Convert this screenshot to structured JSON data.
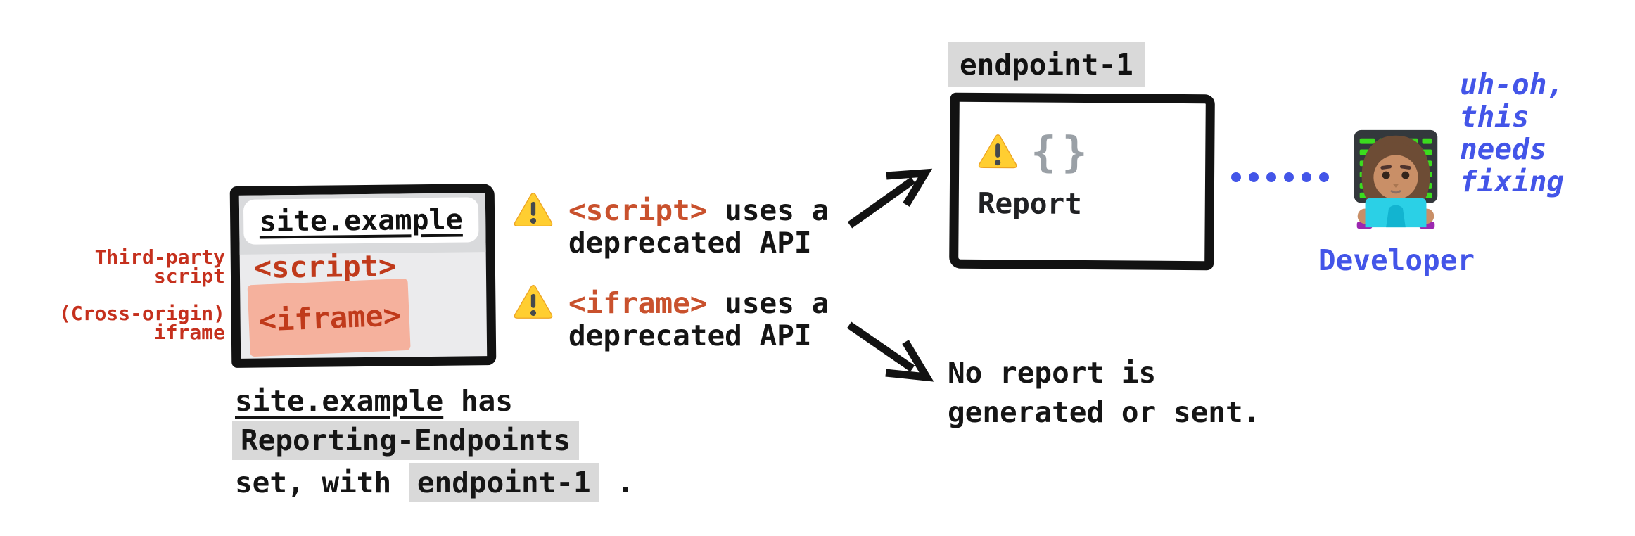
{
  "site_window": {
    "title": "site.example",
    "script_tag": "<script>",
    "iframe_tag": "<iframe>"
  },
  "side_labels": {
    "script_line1": "Third-party",
    "script_line2": "script",
    "iframe_line1": "(Cross-origin)",
    "iframe_line2": "iframe"
  },
  "caption": {
    "code1": "site.example",
    "rest1": " has",
    "chip2": "Reporting-Endpoints",
    "pre3": "set, with ",
    "chip3": "endpoint-1",
    "post3": " ."
  },
  "warnings": [
    {
      "icon": "warning-triangle",
      "tag": "<script>",
      "rest": " uses a",
      "line2": "deprecated API"
    },
    {
      "icon": "warning-triangle",
      "tag": "<iframe>",
      "rest": " uses a",
      "line2": "deprecated API"
    }
  ],
  "endpoint": {
    "label": "endpoint-1",
    "braces": "{}",
    "report": "Report"
  },
  "no_report": {
    "line1": "No report is",
    "line2": "generated or sent."
  },
  "developer": {
    "label": "Developer",
    "thought": [
      "uh-oh,",
      "this",
      "needs",
      "fixing"
    ]
  },
  "colors": {
    "code_red": "#c03a1b",
    "label_red": "#c5301d",
    "warn_code_orange": "#c9512d",
    "blue": "#4355e8",
    "chip_gray": "#d9d9d9",
    "iframe_highlight": "#f5b19d",
    "triangle_yellow": "#ffce31",
    "brace_gray": "#9aa0a6"
  }
}
